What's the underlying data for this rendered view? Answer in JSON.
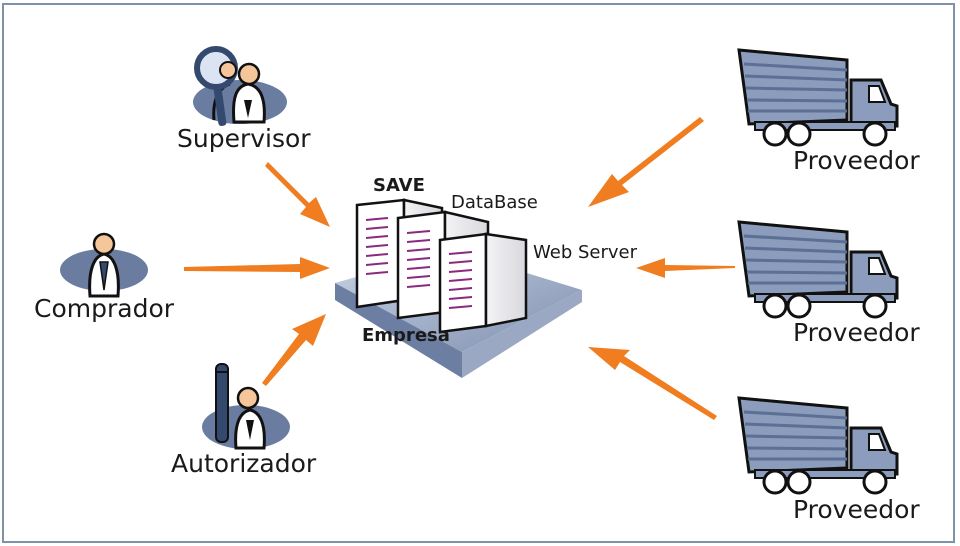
{
  "actors": {
    "supervisor": "Supervisor",
    "comprador": "Comprador",
    "autorizador": "Autorizador"
  },
  "suppliers": [
    "Proveedor",
    "Proveedor",
    "Proveedor"
  ],
  "server": {
    "title": "SAVE",
    "database": "DataBase",
    "webserver": "Web Server",
    "company": "Empresa"
  },
  "colors": {
    "arrow": "#f07d20",
    "truck_body": "#8b9cbc",
    "truck_stripe": "#6f82a6",
    "person_shadow": "#5a6f96",
    "head": "#f5c69a",
    "frame": "#7f93a8"
  }
}
